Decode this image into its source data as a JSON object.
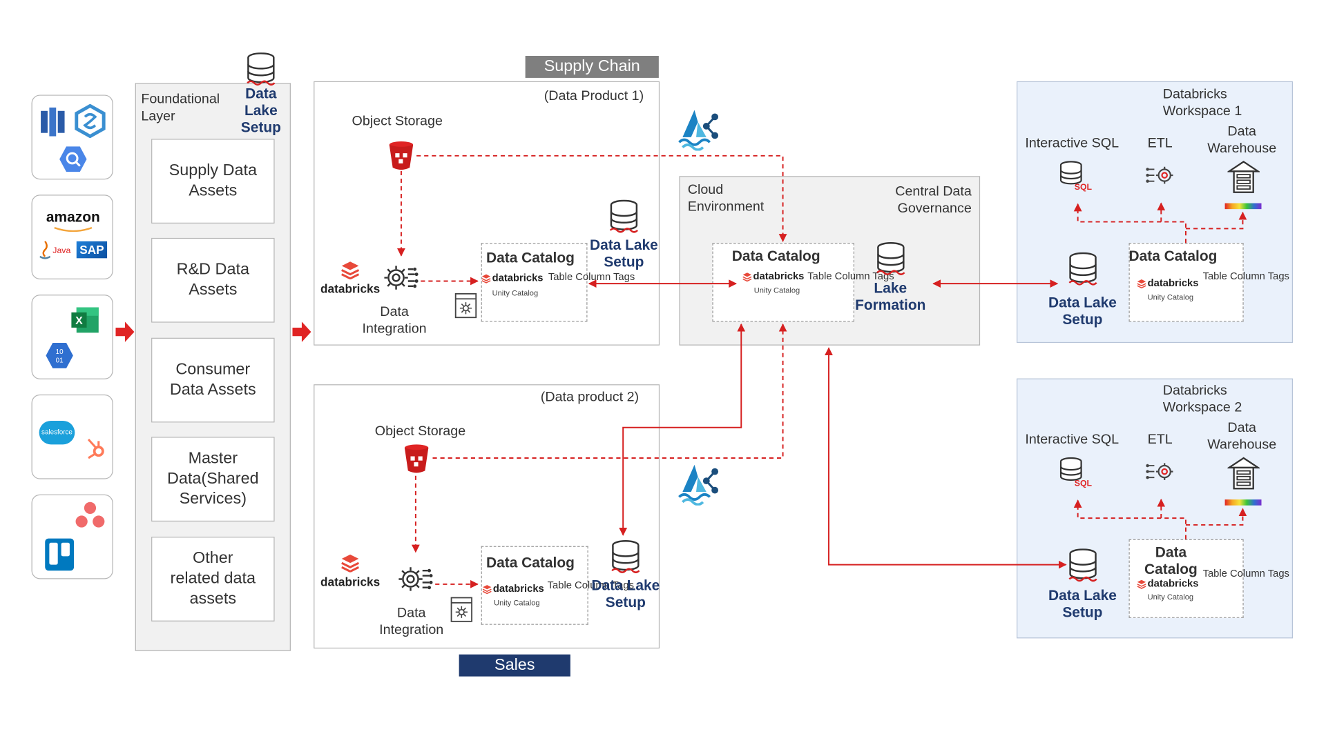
{
  "colors": {
    "arrow": "#d62020",
    "navy": "#1f3a6e",
    "banner_grey": "#7f7f7f",
    "workspace_bg": "#eaf1fb"
  },
  "sources": {
    "brands": [
      "amazon",
      "Java",
      "SAP",
      "salesforce"
    ],
    "icons": [
      "aws-redshift-icon",
      "azure-synapse-icon",
      "bigquery-icon",
      "amazon-logo",
      "java-logo",
      "sap-logo",
      "excel-icon",
      "azure-blob-icon",
      "salesforce-logo",
      "hubspot-icon",
      "asana-icon",
      "trello-icon"
    ]
  },
  "foundational": {
    "title": "Foundational\nLayer",
    "dls_label": "Data\nLake\nSetup",
    "assets": [
      "Supply Data\nAssets",
      "R&D Data\nAssets",
      "Consumer\nData Assets",
      "Master\nData(Shared\nServices)",
      "Other\nrelated data\nassets"
    ]
  },
  "banners": {
    "supply_chain": "Supply Chain",
    "sales": "Sales"
  },
  "dp1": {
    "title": "(Data Product 1)",
    "object_storage": "Object Storage",
    "databricks": "databricks",
    "integration": "Data\nIntegration",
    "catalog_title": "Data Catalog",
    "dbx": "databricks",
    "unity": "Unity Catalog",
    "tags": "Table\nColumn\nTags",
    "dls": "Data Lake\nSetup"
  },
  "dp2": {
    "title": "(Data product 2)",
    "object_storage": "Object Storage",
    "databricks": "databricks",
    "integration": "Data\nIntegration",
    "catalog_title": "Data Catalog",
    "dbx": "databricks",
    "unity": "Unity Catalog",
    "tags": "Table\nColumn\nTags",
    "dls": "Data Lake\nSetup"
  },
  "cloud": {
    "env": "Cloud\nEnvironment",
    "gov": "Central Data\nGovernance",
    "catalog_title": "Data Catalog",
    "dbx": "databricks",
    "unity": "Unity Catalog",
    "tags": "Table\nColumn\nTags",
    "lake": "Lake\nFormation"
  },
  "ws1": {
    "title": "Databricks\nWorkspace 1",
    "sql": "Interactive SQL",
    "etl": "ETL",
    "dw": "Data\nWarehouse",
    "dls": "Data Lake\nSetup",
    "catalog_title": "Data Catalog",
    "dbx": "databricks",
    "unity": "Unity Catalog",
    "tags": "Table\nColumn\nTags"
  },
  "ws2": {
    "title": "Databricks\nWorkspace 2",
    "sql": "Interactive SQL",
    "etl": "ETL",
    "dw": "Data\nWarehouse",
    "dls": "Data Lake\nSetup",
    "catalog_title": "Data\nCatalog",
    "dbx": "databricks",
    "unity": "Unity Catalog",
    "tags": "Table\nColumn\nTags"
  },
  "sql_badge": "SQL"
}
